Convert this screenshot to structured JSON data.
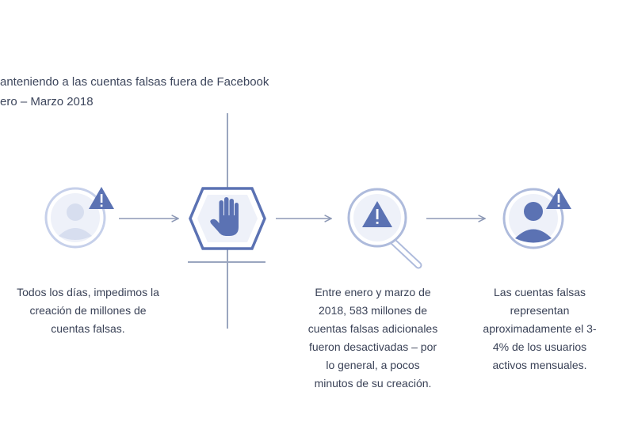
{
  "title": {
    "line1": "anteniendo a las cuentas falsas fuera de Facebook",
    "line2": "ero – Marzo 2018"
  },
  "steps": [
    {
      "icon": "user-icon-faded",
      "caption_lines": [
        "Todos los días, impedimos la",
        "creación de millones de",
        "cuentas falsas."
      ]
    },
    {
      "icon": "stop-hand-icon",
      "caption_lines": []
    },
    {
      "icon": "magnifier-warning-icon",
      "caption_lines": [
        "Entre enero y marzo de",
        "2018, 583 millones de",
        "cuentas falsas adicionales",
        "fueron desactivadas – por",
        "lo general, a pocos",
        "minutos de su creación."
      ]
    },
    {
      "icon": "user-icon",
      "caption_lines": [
        "Las cuentas falsas",
        "representan",
        "aproximadamente el 3-",
        "4%  de los usuarios",
        "activos mensuales."
      ]
    }
  ],
  "colors": {
    "primary": "#5b72b3",
    "light": "#c6d0ea",
    "ring": "#aebbdc",
    "arrow": "#8d99b6",
    "text": "#3a4257"
  }
}
